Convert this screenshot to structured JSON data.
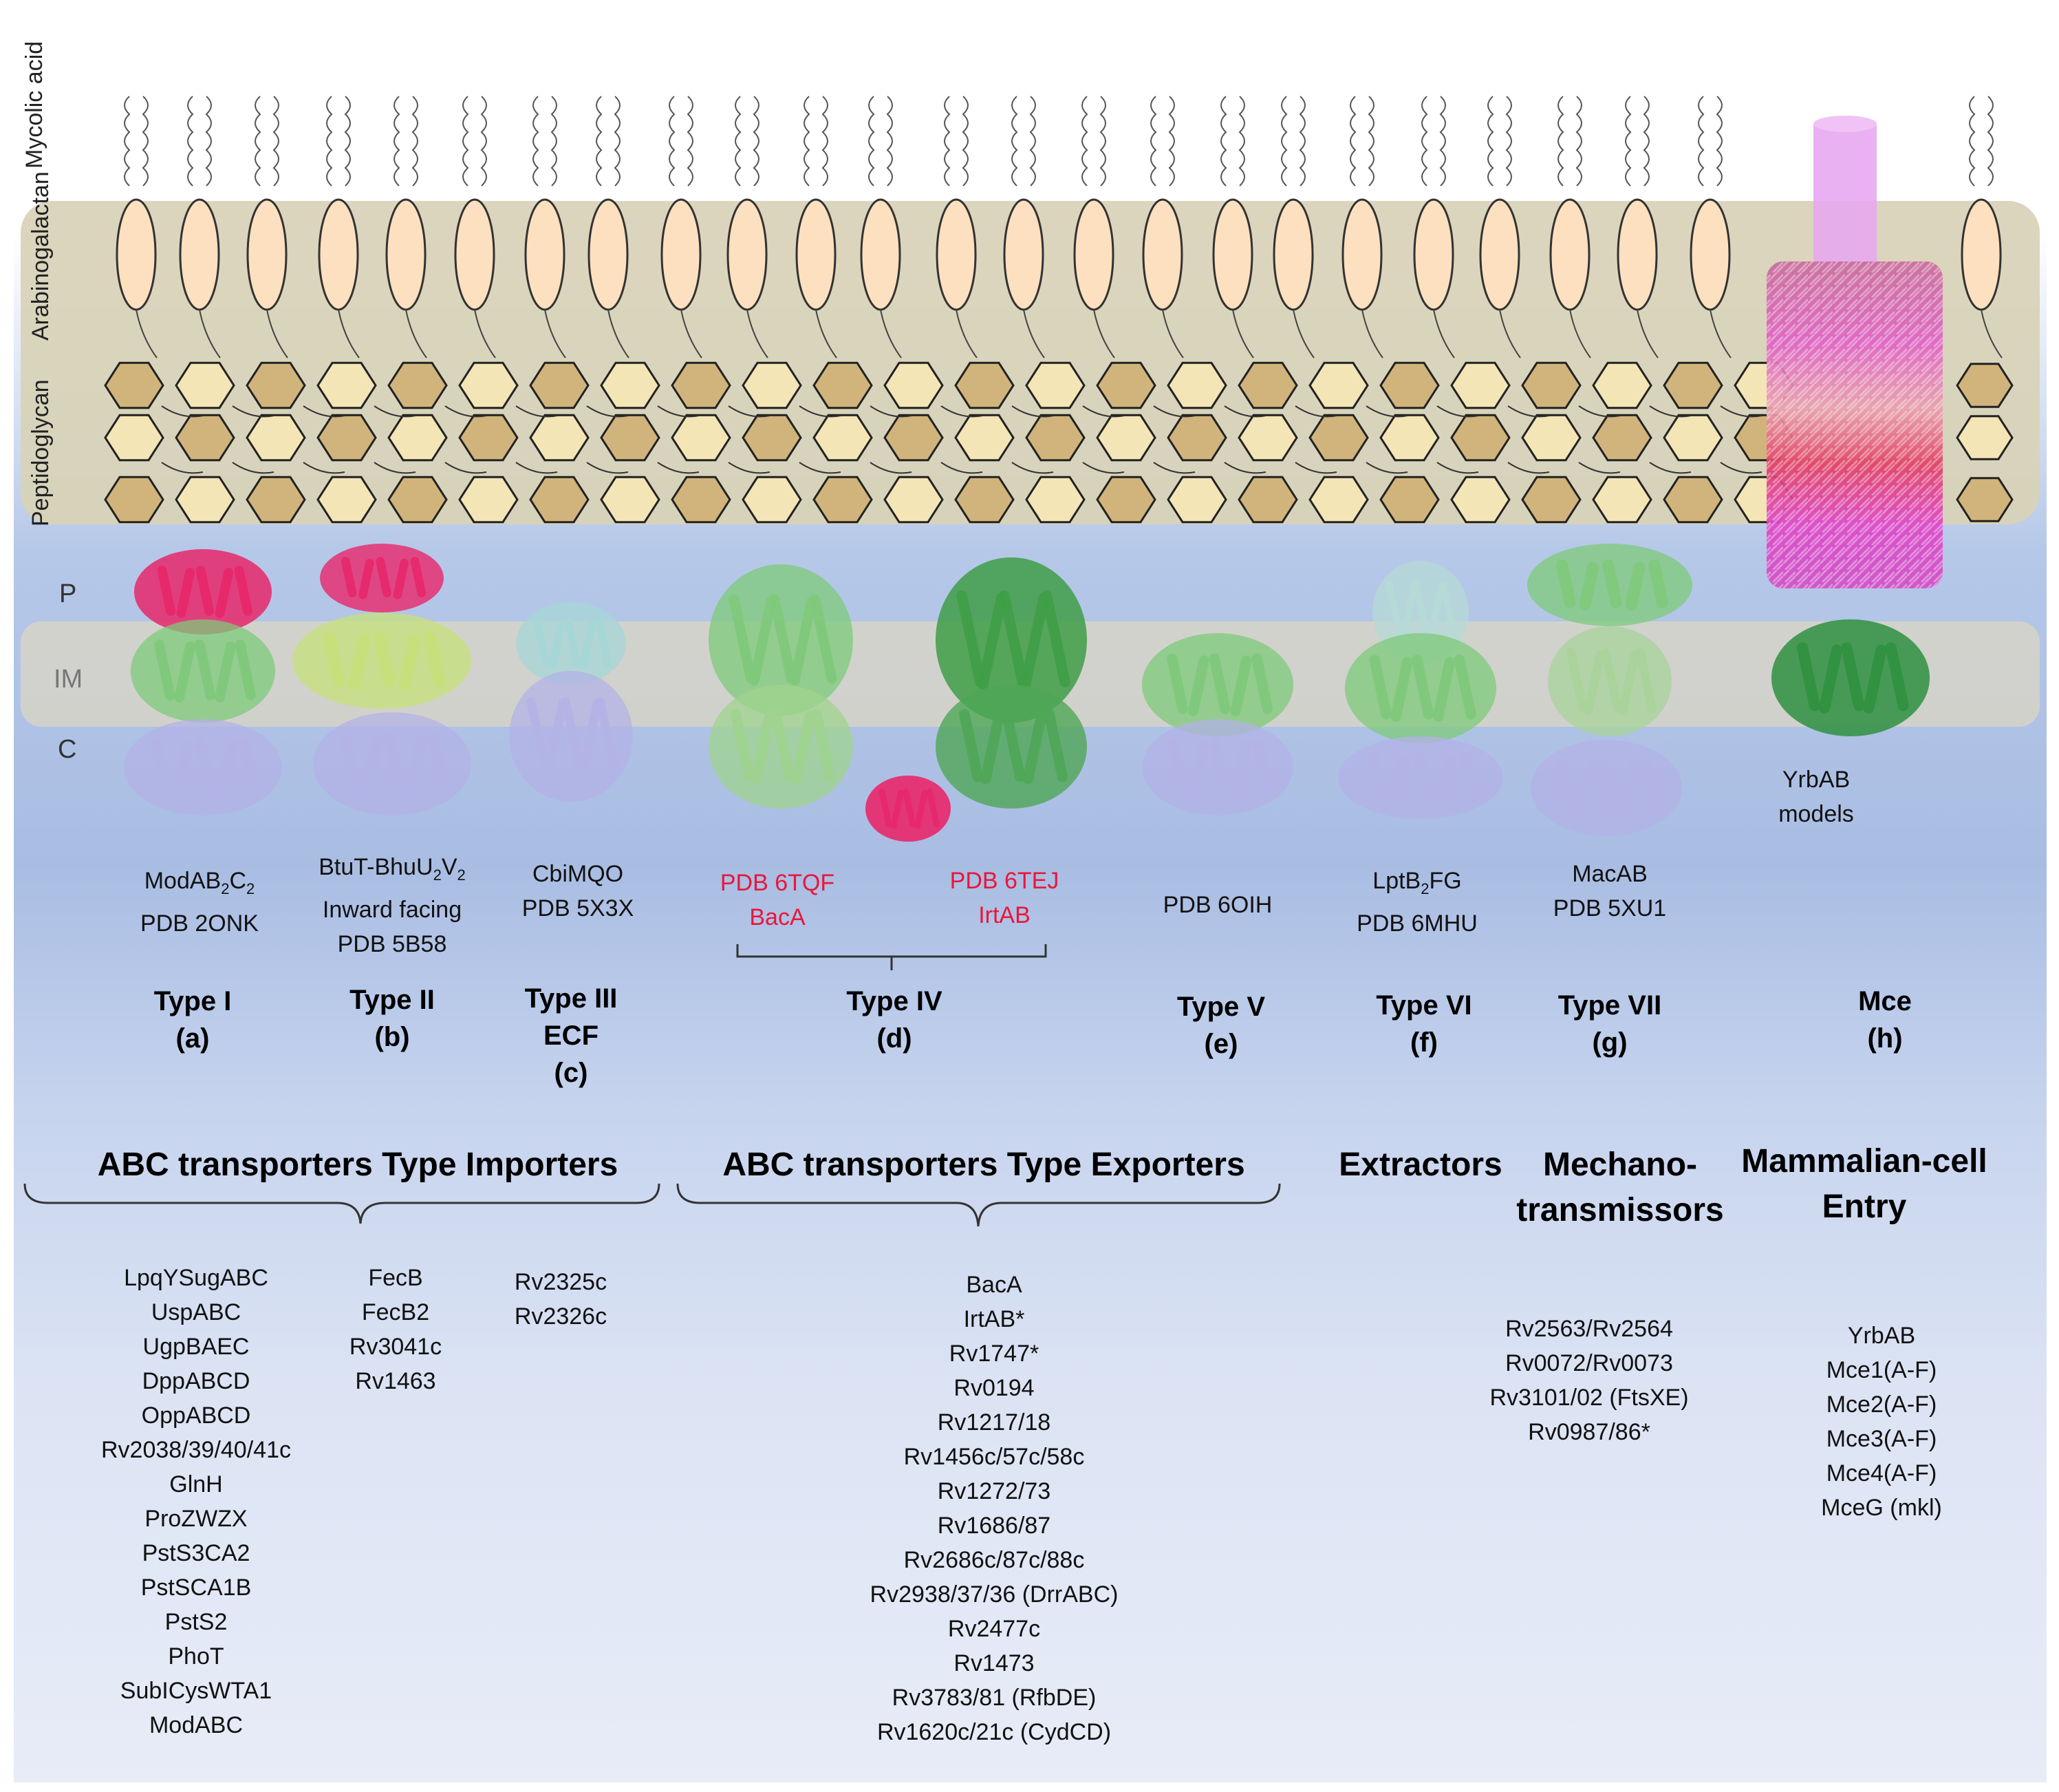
{
  "layers": {
    "mycolic": "Mycolic acid",
    "arabinogalactan": "Arabinogalactan",
    "peptidoglycan": "Peptidoglycan",
    "periplasm": "P",
    "inner_membrane": "IM",
    "cytoplasm": "C"
  },
  "structures": [
    {
      "lines": [
        "ModAB2C2",
        "PDB 2ONK"
      ],
      "color": "#111111"
    },
    {
      "lines": [
        "BtuT-BhuU2V2",
        "Inward facing",
        "PDB 5B58"
      ],
      "color": "#111111"
    },
    {
      "lines": [
        "CbiMQO",
        "PDB 5X3X"
      ],
      "color": "#111111"
    },
    {
      "lines": [
        "PDB 6TQF",
        "BacA"
      ],
      "color": "#e8173a"
    },
    {
      "lines": [
        "PDB 6TEJ",
        "IrtAB"
      ],
      "color": "#e8173a"
    },
    {
      "lines": [
        "PDB 6OIH"
      ],
      "color": "#111111"
    },
    {
      "lines": [
        "LptB2FG",
        "PDB 6MHU"
      ],
      "color": "#111111"
    },
    {
      "lines": [
        "MacAB",
        "PDB 5XU1"
      ],
      "color": "#111111"
    },
    {
      "lines": [
        "YrbAB",
        "models"
      ],
      "color": "#111111"
    }
  ],
  "types": [
    {
      "title": "Type I",
      "sub": "(a)"
    },
    {
      "title": "Type II",
      "sub": "(b)"
    },
    {
      "title": "Type III",
      "sub": "ECF",
      "sub2": "(c)"
    },
    {
      "title": "Type IV",
      "sub": "(d)"
    },
    {
      "title": "Type V",
      "sub": "(e)"
    },
    {
      "title": "Type VI",
      "sub": "(f)"
    },
    {
      "title": "Type VII",
      "sub": "(g)"
    },
    {
      "title": "Mce",
      "sub": "(h)"
    }
  ],
  "categories": {
    "importers": "ABC transporters Type Importers",
    "exporters": "ABC transporters Type Exporters",
    "extractors": "Extractors",
    "mechano_1": "Mechano-",
    "mechano_2": "transmissors",
    "mce_1": "Mammalian-cell",
    "mce_2": "Entry"
  },
  "lists": {
    "importers_1": [
      "LpqYSugABC",
      "UspABC",
      "UgpBAEC",
      "DppABCD",
      "OppABCD",
      "Rv2038/39/40/41c",
      "GlnH",
      "ProZWZX",
      "PstS3CA2",
      "PstSCA1B",
      "PstS2",
      "PhoT",
      "SubICysWTA1",
      "ModABC"
    ],
    "importers_2": [
      "FecB",
      "FecB2",
      "Rv3041c",
      "Rv1463"
    ],
    "importers_3": [
      "Rv2325c",
      "Rv2326c"
    ],
    "exporters": [
      "BacA",
      "IrtAB*",
      "Rv1747*",
      "Rv0194",
      "Rv1217/18",
      "Rv1456c/57c/58c",
      "Rv1272/73",
      "Rv1686/87",
      "Rv2686c/87c/88c",
      "Rv2938/37/36 (DrrABC)",
      "Rv2477c",
      "Rv1473",
      "Rv3783/81 (RfbDE)",
      "Rv1620c/21c (CydCD)"
    ],
    "mechano": [
      "Rv2563/Rv2564",
      "Rv0072/Rv0073",
      "Rv3101/02 (FtsXE)",
      "Rv0987/86*"
    ],
    "mce": [
      "YrbAB",
      "Mce1(A-F)",
      "Mce2(A-F)",
      "Mce3(A-F)",
      "Mce4(A-F)",
      "MceG (mkl)"
    ]
  },
  "colors": {
    "periplasm_blue": "#a9bde3",
    "membrane_band": "#d7d4c8",
    "cellwall_band": "#d8d3b8",
    "lipid_head": "#fde0bf",
    "hex_dark": "#d1b47b",
    "hex_light": "#f4e5b6",
    "nbd_lavender": "#b3b2e6",
    "tmd_green": "#7ec97a",
    "sbp_pink": "#e8276a",
    "highlight_red": "#e8173a"
  }
}
